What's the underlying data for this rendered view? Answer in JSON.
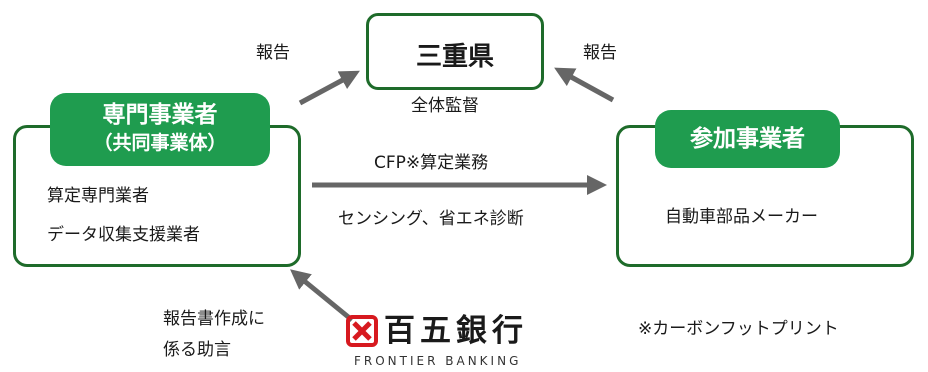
{
  "colors": {
    "box_border": "#1e6b2a",
    "pill_fill": "#1f9c4f",
    "arrow": "#666666",
    "bank_red": "#d7191f"
  },
  "prefecture": {
    "title": "三重県",
    "caption": "全体監督"
  },
  "left_entity": {
    "pill_line1": "専門事業者",
    "pill_line2": "（共同事業体）",
    "line1": "算定専門業者",
    "line2": "データ収集支援業者"
  },
  "right_entity": {
    "pill": "参加事業者",
    "line1": "自動車部品メーカー"
  },
  "labels": {
    "report_left": "報告",
    "report_right": "報告",
    "cfp_task": "CFP※算定業務",
    "sensing": "センシング、省エネ診断",
    "bank_advice_line1": "報告書作成に",
    "bank_advice_line2": "係る助言",
    "footnote": "※カーボンフットプリント"
  },
  "bank": {
    "icon": "cross-square-logo-icon",
    "name": "百五銀行",
    "tagline": "FRONTIER BANKING"
  }
}
